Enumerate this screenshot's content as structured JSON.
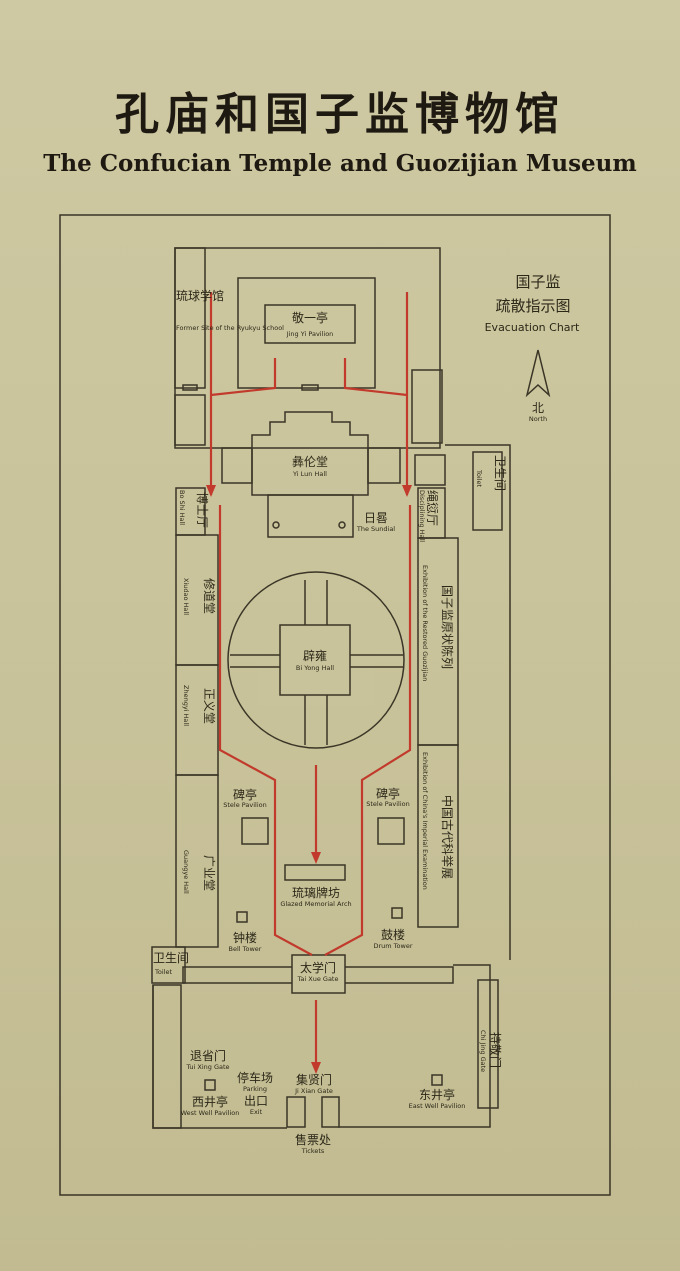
{
  "title_zh": "孔庙和国子监博物馆",
  "title_en": "The Confucian Temple and Guozijian Museum",
  "legend": {
    "zh_line1": "国子监",
    "zh_line2": "疏散指示图",
    "en": "Evacuation Chart",
    "north_zh": "北",
    "north_en": "North",
    "compass_icon": "north-arrow-icon"
  },
  "colors": {
    "evacuation_route": "#c23a2c",
    "walls": "#3a3526",
    "background": "#c9c39b"
  },
  "places": {
    "ryukyu": {
      "zh": "琉球学馆",
      "en": "Former Site of the Ryukyu School"
    },
    "jingyi": {
      "zh": "敬一亭",
      "en": "Jing Yi Pavilion"
    },
    "yilun": {
      "zh": "彝伦堂",
      "en": "Yi Lun Hall"
    },
    "sundial": {
      "zh": "日晷",
      "en": "The Sundial"
    },
    "boshi": {
      "zh": "博士厅",
      "en": "Bo Shi Hall"
    },
    "disciplining": {
      "zh": "绳愆厅",
      "en": "Disciplining Hall"
    },
    "toilet_east": {
      "zh": "卫生间",
      "en": "Toilet"
    },
    "xiudao": {
      "zh": "修道堂",
      "en": "Xiudao Hall"
    },
    "biyong": {
      "zh": "辟雍",
      "en": "Bi Yong Hall"
    },
    "restored": {
      "zh": "国子监原状陈列",
      "en": "Exhibition of the Restored Guozijian"
    },
    "zhengyi": {
      "zh": "正义堂",
      "en": "Zhengyi Hall"
    },
    "stele_w": {
      "zh": "碑亭",
      "en": "Stele Pavilion"
    },
    "stele_e": {
      "zh": "碑亭",
      "en": "Stele Pavilion"
    },
    "exam": {
      "zh": "中国古代科举展",
      "en": "Exhibition of China's Imperial Examination"
    },
    "guangye": {
      "zh": "广业堂",
      "en": "Guangye Hall"
    },
    "arch": {
      "zh": "琉璃牌坊",
      "en": "Glazed Memorial Arch"
    },
    "bell": {
      "zh": "钟楼",
      "en": "Bell Tower"
    },
    "drum": {
      "zh": "鼓楼",
      "en": "Drum Tower"
    },
    "toilet_west": {
      "zh": "卫生间",
      "en": "Toilet"
    },
    "taixue": {
      "zh": "太学门",
      "en": "Tai Xue Gate"
    },
    "chijing": {
      "zh": "持敬门",
      "en": "Chi Jing Gate"
    },
    "tuixing": {
      "zh": "退省门",
      "en": "Tui Xing Gate"
    },
    "parking": {
      "zh": "停车场",
      "en": "Parking"
    },
    "exit": {
      "zh": "出口",
      "en": "Exit"
    },
    "jixian": {
      "zh": "集贤门",
      "en": "Ji Xian Gate"
    },
    "westwell": {
      "zh": "西井亭",
      "en": "West Well Pavilion"
    },
    "eastwell": {
      "zh": "东井亭",
      "en": "East Well Pavilion"
    },
    "tickets": {
      "zh": "售票处",
      "en": "Tickets"
    }
  }
}
